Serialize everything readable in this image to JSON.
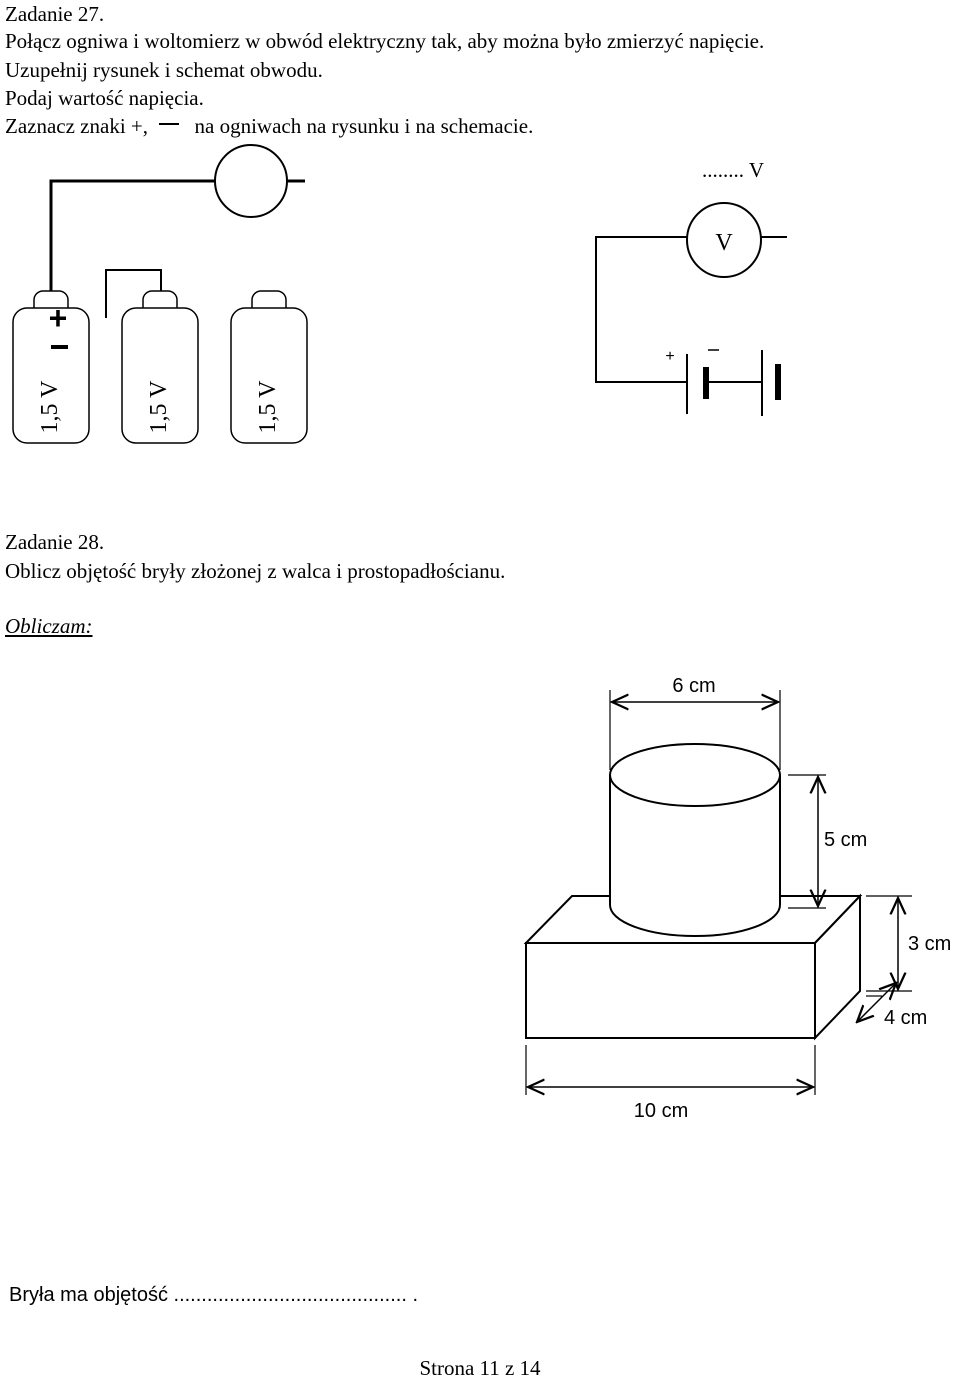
{
  "task27": {
    "heading": "Zadanie 27.",
    "line1": "Połącz ogniwa i woltomierz w obwód elektryczny tak, aby można było zmierzyć napięcie.",
    "line2": "Uzupełnij rysunek i schemat obwodu.",
    "line3": "Podaj wartość napięcia.",
    "line4_a": "Zaznacz znaki  +,",
    "line4_b": "na ogniwach na rysunku i na schemacie.",
    "answer_blank": "........ V",
    "voltmeter_symbol": "V",
    "cell_label": "1,5 V",
    "plus": "+",
    "minus": "–"
  },
  "task28": {
    "heading": "Zadanie 28.",
    "line1": "Oblicz objętość bryły złożonej z walca i prostopadłościanu.",
    "work_label": "Obliczam:",
    "dim_diameter": "6 cm",
    "dim_cyl_height": "5 cm",
    "dim_box_height": "3 cm",
    "dim_box_depth": "4 cm",
    "dim_box_width": "10 cm",
    "answer_line": "Bryła ma objętość ..........................................  ."
  },
  "footer": {
    "page": "Strona 11 z 14"
  }
}
